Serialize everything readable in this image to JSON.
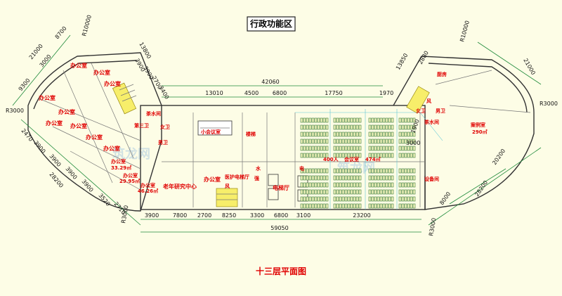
{
  "title": "行政功能区",
  "caption": "十三层平面图",
  "watermark": "筑龙网",
  "rooms": {
    "office_1": "办公室",
    "office_2": "办公室",
    "office_3": "办公室",
    "office_4": "办公室",
    "office_5": "办公室",
    "office_6": "办公室",
    "office_7": "办公室",
    "office_8": "办公室",
    "office_9": "办公室",
    "office_10_name": "办公室",
    "office_10_area": "33.29㎡",
    "office_11_name": "办公室",
    "office_11_area": "29.95㎡",
    "office_12_name": "办公室",
    "office_12_area": "46.26㎡",
    "office_13": "办公室",
    "tea_room": "茶水间",
    "third_wc": "第三卫",
    "female_wc": "女卫",
    "male_wc": "男卫",
    "meeting_small": "小会议室",
    "fan_room": "风",
    "aging_center": "老年研究中心",
    "medical_lift": "医护电梯厅",
    "water": "水",
    "strong_elec": "强",
    "lift_hall": "电梯厅",
    "elec": "电",
    "conference_name": "会议室",
    "conference_capacity": "400人",
    "conference_area": "474㎡",
    "equipment": "设备间",
    "pantry": "厨房",
    "fan_right": "风",
    "female_wc_right": "女卫",
    "male_wc_right": "男卫",
    "archive_name": "案例室",
    "archive_area": "290㎡",
    "stairs": "楼梯",
    "tea_small": "茶水间"
  },
  "dims": {
    "top_total": "42060",
    "top": [
      "13010",
      "4500",
      "6800",
      "17750"
    ],
    "top_right_side": "1970",
    "bottom_total": "59050",
    "bottom": [
      "3900",
      "7800",
      "2700",
      "8250",
      "3300",
      "6800",
      "3100",
      "23200"
    ],
    "left_wing_top": [
      "21000",
      "8700",
      "3000",
      "9300"
    ],
    "left_wing_inner": [
      "3900",
      "3900",
      "2700",
      "3400"
    ],
    "left_wing_inner2": "13800",
    "left_wing_side": [
      "2470",
      "3900",
      "3900",
      "3900",
      "3900",
      "3520",
      "2710"
    ],
    "left_wing_side_total": "28200",
    "radius_left": "R3000",
    "radius_left_top": "R10000",
    "radius_left_bottom": "R3000",
    "right_wing_top": [
      "13850",
      "2880"
    ],
    "right_wing_outer": "21000",
    "right_wing_side": [
      "1900",
      "8000"
    ],
    "right_wing_side_total": "28200",
    "right_wing_side2": "20200",
    "radius_right": "R3000",
    "radius_right_top": "R10000",
    "radius_right_bottom": "R3000",
    "misc": "3000"
  }
}
